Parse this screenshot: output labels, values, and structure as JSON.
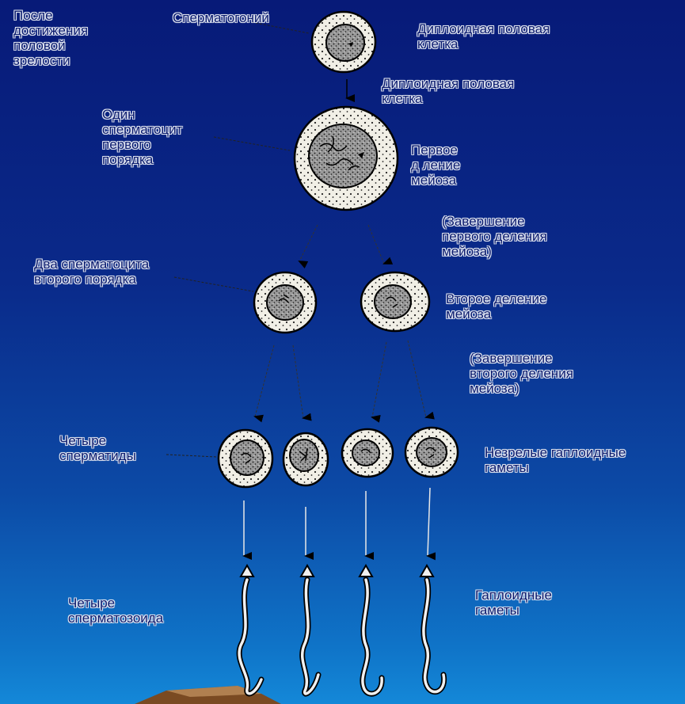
{
  "labels": {
    "after_puberty": "После\nдостижения\nполовой\nзрелости",
    "spermatogonium": "Сперматогоний",
    "diploid_cell_1": "Диплоидная половая\nклетка",
    "diploid_cell_2": "Диплоидная половая\nклетка",
    "primary_spermatocyte": "Один\nсперматоцит\nпервого\nпорядка",
    "first_division": "Первое\nд ление\nмейоза",
    "first_division_complete": "(Завершение\nпервого деления\nмейоза)",
    "secondary_spermatocytes": "Два сперматоцита\nвторого порядка",
    "second_division": "Второе деление\nмейоза",
    "second_division_complete": "(Завершение\nвторого деления\nмейоза)",
    "spermatids": "Четыре\nсперматиды",
    "immature_gametes": "Незрелые гаплоидные\nгаметы",
    "spermatozoa": "Четыре\nсперматозоида",
    "haploid_gametes": "Гаплоидные\nгаметы"
  }
}
